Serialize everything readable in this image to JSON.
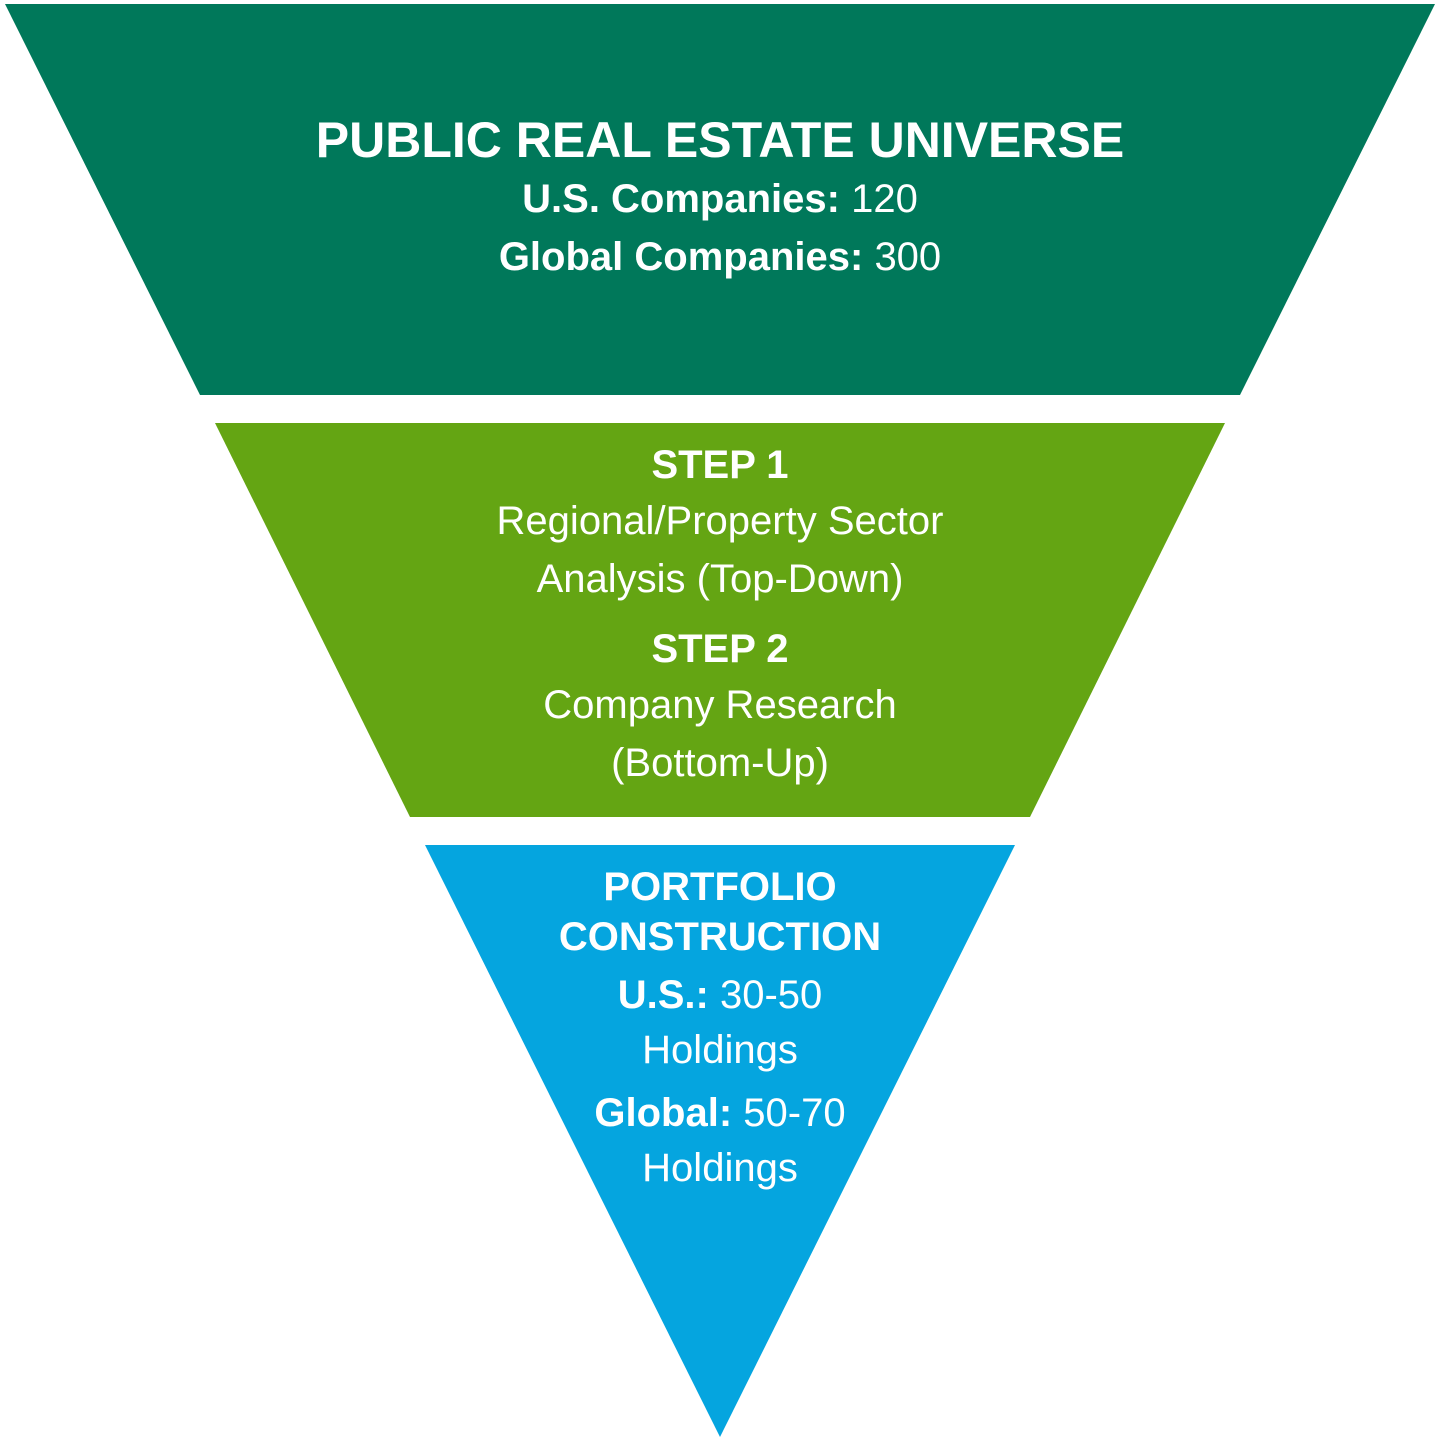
{
  "colors": {
    "tier1": "#00785A",
    "tier2": "#64A513",
    "tier3": "#05A5DF",
    "text": "#FFFFFF"
  },
  "tiers": [
    {
      "title": "PUBLIC REAL ESTATE UNIVERSE",
      "rows": [
        {
          "label": "U.S. Companies:",
          "value": "120"
        },
        {
          "label": "Global Companies:",
          "value": "300"
        }
      ]
    },
    {
      "steps": [
        {
          "title": "STEP 1",
          "line1": "Regional/Property Sector",
          "line2": "Analysis (Top-Down)"
        },
        {
          "title": "STEP 2",
          "line1": "Company Research",
          "line2": "(Bottom-Up)"
        }
      ]
    },
    {
      "title_line1": "PORTFOLIO",
      "title_line2": "CONSTRUCTION",
      "rows": [
        {
          "label": "U.S.:",
          "value": "30-50",
          "unit": "Holdings"
        },
        {
          "label": "Global:",
          "value": "50-70",
          "unit": "Holdings"
        }
      ]
    }
  ]
}
